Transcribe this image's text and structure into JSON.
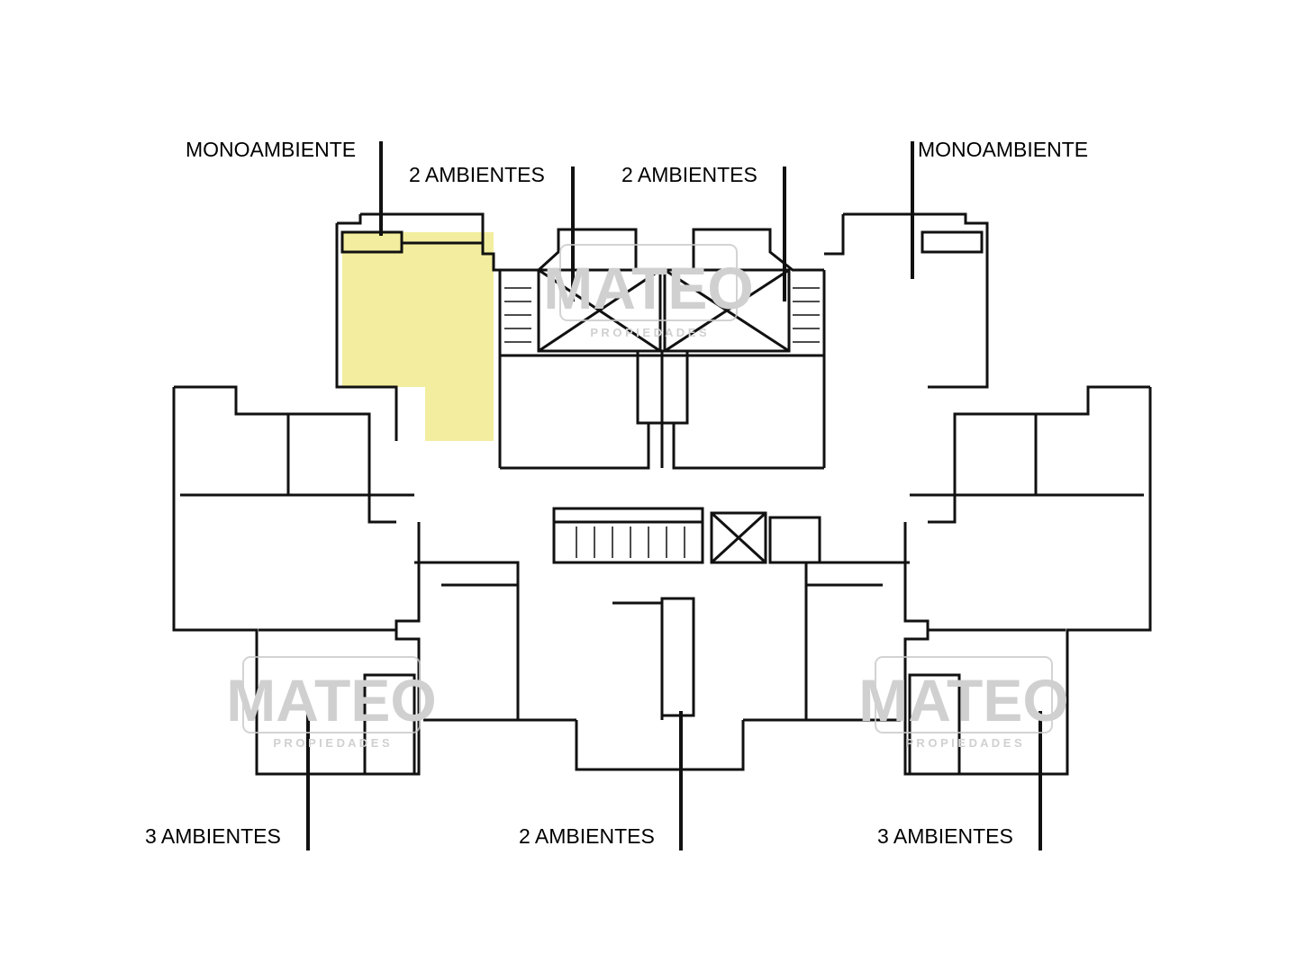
{
  "units": {
    "top_left": "MONOAMBIENTE",
    "top_mid_left": "2 AMBIENTES",
    "top_mid_right": "2 AMBIENTES",
    "top_right": "MONOAMBIENTE",
    "bottom_left": "3 AMBIENTES",
    "bottom_center": "2 AMBIENTES",
    "bottom_right": "3 AMBIENTES"
  },
  "watermark": {
    "brand": "MATEO",
    "tagline": "P R O P I E D A D E S"
  },
  "colors": {
    "highlight": "#f3ee9f",
    "wall": "#111111",
    "watermark": "#c8c8c8"
  }
}
